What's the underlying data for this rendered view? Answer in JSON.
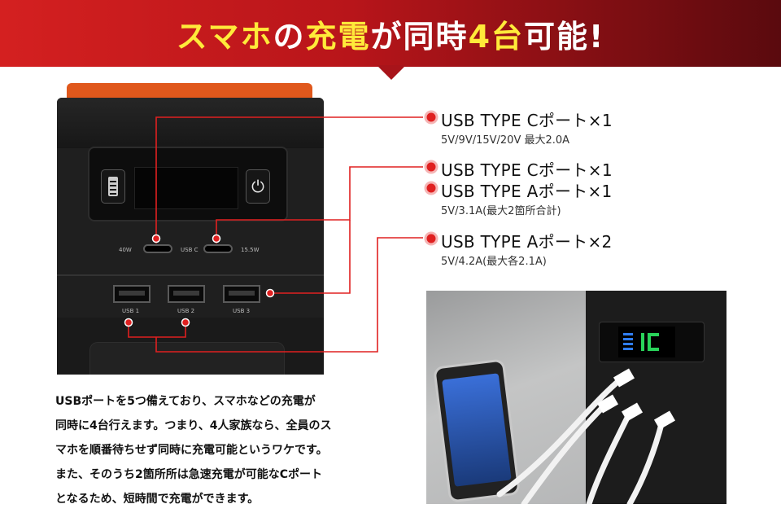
{
  "banner": {
    "part1": "スマホ",
    "part2": "の",
    "part3": "充電",
    "part4": "が同時",
    "part5": "4台",
    "part6": "可能!"
  },
  "device": {
    "label_40w": "40W",
    "label_usbc": "USB C",
    "label_155w": "15.5W",
    "usb_labels": [
      "USB 1",
      "USB 2",
      "USB 3"
    ]
  },
  "specs": [
    {
      "titles": [
        "USB TYPE Cポート×1"
      ],
      "sub": "5V/9V/15V/20V 最大2.0A"
    },
    {
      "titles": [
        "USB TYPE Cポート×1",
        "USB TYPE Aポート×1"
      ],
      "sub": "5V/3.1A(最大2箇所合計)"
    },
    {
      "titles": [
        "USB TYPE Aポート×2"
      ],
      "sub": "5V/4.2A(最大各2.1A)"
    }
  ],
  "description": [
    "USBポートを5つ備えており、スマホなどの充電が",
    "同時に4台行えます。つまり、4人家族なら、全員のス",
    "マホを順番待ちせず同時に充電可能というワケです。",
    "また、そのうち2箇所所は急速充電が可能なCポート",
    "となるため、短時間で充電ができます。"
  ],
  "colors": {
    "accent_red": "#e02020",
    "banner_yellow": "#ffea3a"
  },
  "icons": [
    "battery-icon",
    "plug-icon",
    "bullet-icon"
  ]
}
